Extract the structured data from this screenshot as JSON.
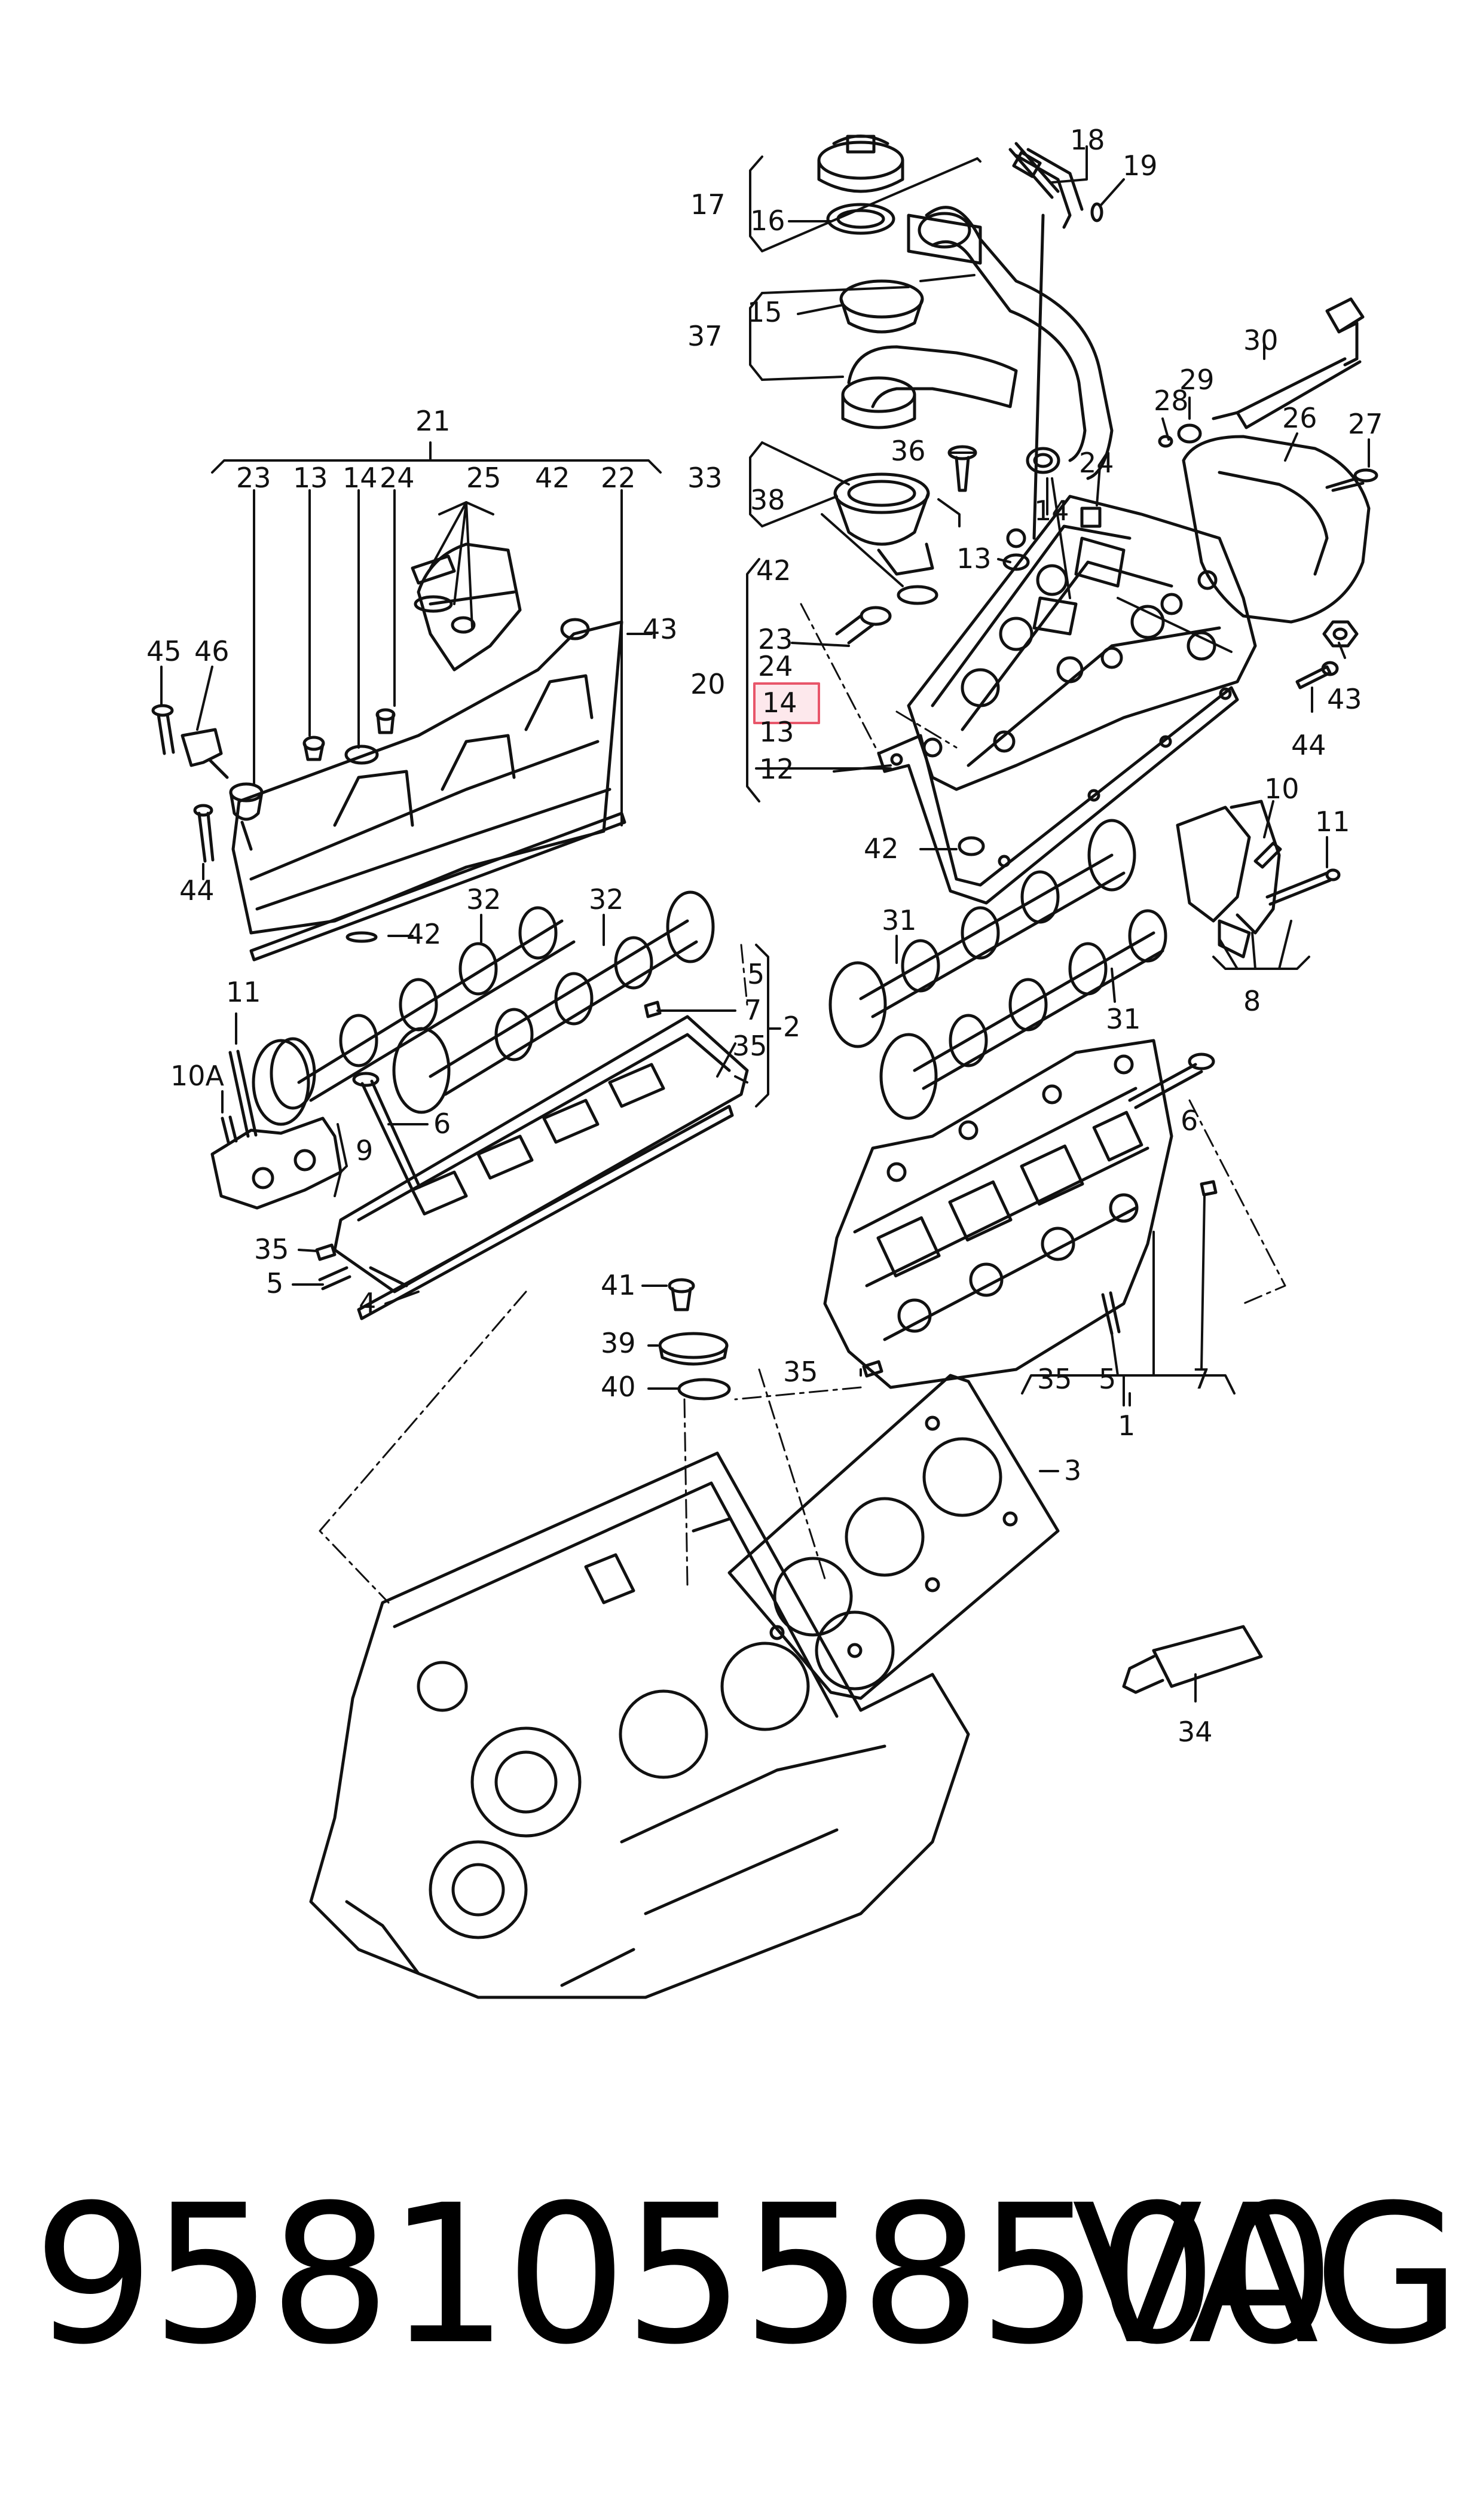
{
  "footer": {
    "part_number": "95810558500",
    "brand": "VAG"
  },
  "highlight_color": "#e8566a",
  "callouts": [
    {
      "id": "c-18",
      "label": "18"
    },
    {
      "id": "c-19",
      "label": "19"
    },
    {
      "id": "c-17",
      "label": "17"
    },
    {
      "id": "c-16",
      "label": "16"
    },
    {
      "id": "c-15",
      "label": "15"
    },
    {
      "id": "c-37",
      "label": "37"
    },
    {
      "id": "c-30",
      "label": "30"
    },
    {
      "id": "c-28",
      "label": "28"
    },
    {
      "id": "c-29",
      "label": "29"
    },
    {
      "id": "c-26",
      "label": "26"
    },
    {
      "id": "c-27",
      "label": "27"
    },
    {
      "id": "c-21",
      "label": "21"
    },
    {
      "id": "c-23a",
      "label": "23"
    },
    {
      "id": "c-13a",
      "label": "13"
    },
    {
      "id": "c-14a",
      "label": "14"
    },
    {
      "id": "c-24a",
      "label": "24"
    },
    {
      "id": "c-25",
      "label": "25"
    },
    {
      "id": "c-42a",
      "label": "42"
    },
    {
      "id": "c-22",
      "label": "22"
    },
    {
      "id": "c-36",
      "label": "36"
    },
    {
      "id": "c-33",
      "label": "33"
    },
    {
      "id": "c-24b",
      "label": "24"
    },
    {
      "id": "c-14b",
      "label": "14"
    },
    {
      "id": "c-38",
      "label": "38"
    },
    {
      "id": "c-13b",
      "label": "13"
    },
    {
      "id": "c-42b",
      "label": "42"
    },
    {
      "id": "c-43a",
      "label": "43"
    },
    {
      "id": "c-45",
      "label": "45"
    },
    {
      "id": "c-46",
      "label": "46"
    },
    {
      "id": "c-23b",
      "label": "23"
    },
    {
      "id": "c-24c",
      "label": "24"
    },
    {
      "id": "c-20",
      "label": "20"
    },
    {
      "id": "c-14c",
      "label": "14"
    },
    {
      "id": "c-13c",
      "label": "13"
    },
    {
      "id": "c-12",
      "label": "12"
    },
    {
      "id": "c-43b",
      "label": "43"
    },
    {
      "id": "c-44a",
      "label": "44"
    },
    {
      "id": "c-10",
      "label": "10"
    },
    {
      "id": "c-11a",
      "label": "11"
    },
    {
      "id": "c-44b",
      "label": "44"
    },
    {
      "id": "c-32a",
      "label": "32"
    },
    {
      "id": "c-32b",
      "label": "32"
    },
    {
      "id": "c-42c",
      "label": "42"
    },
    {
      "id": "c-42d",
      "label": "42"
    },
    {
      "id": "c-31a",
      "label": "31"
    },
    {
      "id": "c-5a",
      "label": "5"
    },
    {
      "id": "c-7a",
      "label": "7"
    },
    {
      "id": "c-2",
      "label": "2"
    },
    {
      "id": "c-35a",
      "label": "35"
    },
    {
      "id": "c-11b",
      "label": "11"
    },
    {
      "id": "c-8",
      "label": "8"
    },
    {
      "id": "c-31b",
      "label": "31"
    },
    {
      "id": "c-10a",
      "label": "10A"
    },
    {
      "id": "c-6a",
      "label": "6"
    },
    {
      "id": "c-9",
      "label": "9"
    },
    {
      "id": "c-6b",
      "label": "6"
    },
    {
      "id": "c-35b",
      "label": "35"
    },
    {
      "id": "c-5b",
      "label": "5"
    },
    {
      "id": "c-4",
      "label": "4"
    },
    {
      "id": "c-41",
      "label": "41"
    },
    {
      "id": "c-39",
      "label": "39"
    },
    {
      "id": "c-40",
      "label": "40"
    },
    {
      "id": "c-35c",
      "label": "35"
    },
    {
      "id": "c-35d",
      "label": "35"
    },
    {
      "id": "c-5c",
      "label": "5"
    },
    {
      "id": "c-7b",
      "label": "7"
    },
    {
      "id": "c-1",
      "label": "1"
    },
    {
      "id": "c-3",
      "label": "3"
    },
    {
      "id": "c-34",
      "label": "34"
    }
  ]
}
